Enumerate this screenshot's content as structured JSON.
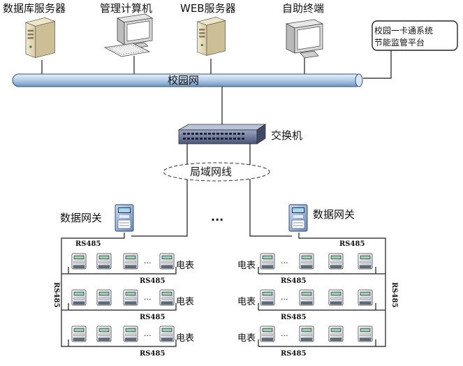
{
  "nodes": {
    "db_server": "数据库服务器",
    "mgmt_pc": "管理计算机",
    "web_server": "WEB服务器",
    "kiosk": "自助终端",
    "platform_line1": "校园一卡通系统",
    "platform_line2": "节能监管平台",
    "campus_net": "校园网",
    "switch": "交换机",
    "lan": "局域网线",
    "gateway": "数据网关",
    "ellipsis": "···",
    "meter": "电表",
    "rs485": "RS485",
    "meter_dots": "···"
  }
}
